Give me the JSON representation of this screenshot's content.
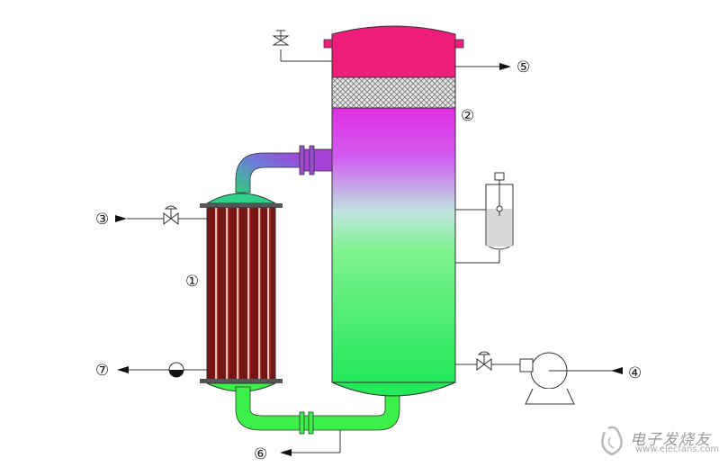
{
  "markers": {
    "m1": "①",
    "m2": "②",
    "m3": "③",
    "m4": "④",
    "m5": "⑤",
    "m6": "⑥",
    "m7": "⑦"
  },
  "watermark": {
    "text": "电子发烧友",
    "url": "www.elecfans.com"
  },
  "colors": {
    "column_top": "#ee1d7a",
    "column_mid": "#d23ce8",
    "column_bottom": "#33e86d",
    "heater_tubes": "#8b1a1a",
    "pipe_green": "#3cf04a",
    "pipe_purple": "#9a4fd0"
  }
}
